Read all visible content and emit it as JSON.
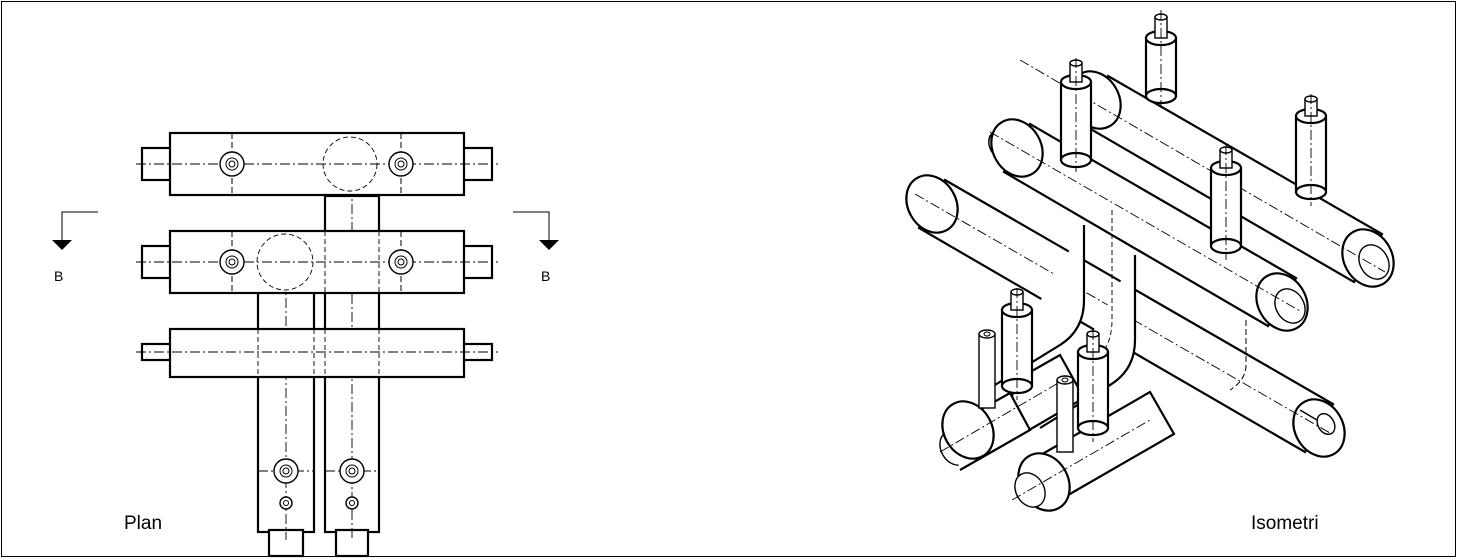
{
  "views": {
    "plan_label": "Plan",
    "iso_label": "Isometri",
    "section_left": "B",
    "section_right": "B"
  }
}
